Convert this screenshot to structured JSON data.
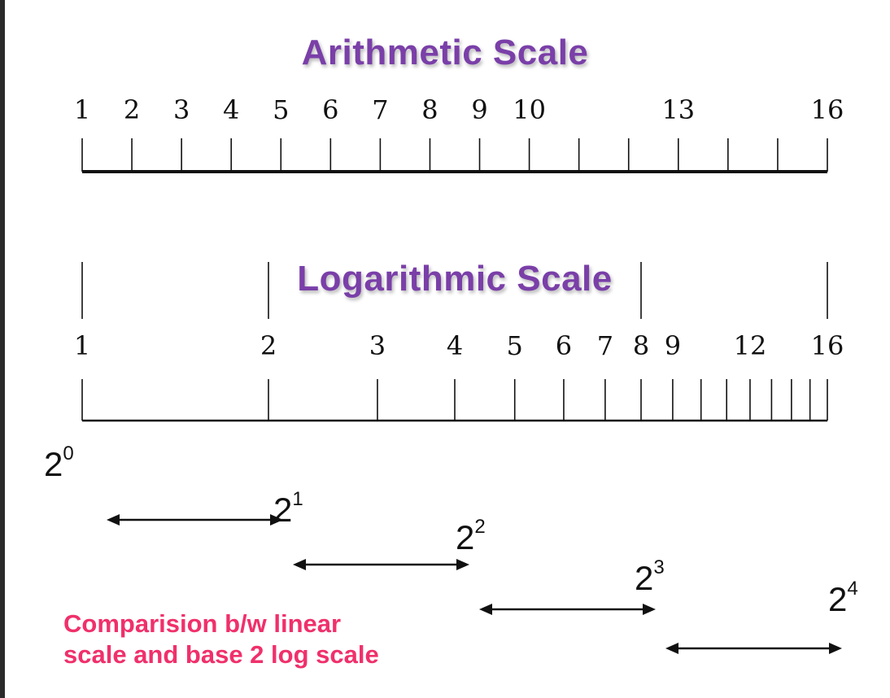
{
  "colors": {
    "title": "#7a3fa8",
    "caption": "#f0306b",
    "ink": "#111111"
  },
  "arithmetic": {
    "title": "Arithmetic Scale",
    "tick_values": [
      1,
      2,
      3,
      4,
      5,
      6,
      7,
      8,
      9,
      10,
      11,
      12,
      13,
      14,
      15,
      16
    ],
    "labels": [
      "1",
      "2",
      "3",
      "4",
      "5",
      "6",
      "7",
      "8",
      "9",
      "10",
      "13",
      "16"
    ],
    "label_values": [
      1,
      2,
      3,
      4,
      5,
      6,
      7,
      8,
      9,
      10,
      13,
      16
    ],
    "range": [
      1,
      16
    ]
  },
  "logarithmic": {
    "title": "Logarithmic Scale",
    "base": 2,
    "tick_values": [
      1,
      2,
      3,
      4,
      5,
      6,
      7,
      8,
      9,
      10,
      11,
      12,
      13,
      14,
      15,
      16
    ],
    "labels": [
      "1",
      "2",
      "3",
      "4",
      "5",
      "6",
      "7",
      "8",
      "9",
      "12",
      "16"
    ],
    "label_values": [
      1,
      2,
      3,
      4,
      5,
      6,
      7,
      8,
      9,
      12,
      16
    ],
    "long_marks": [
      1,
      2,
      8,
      16
    ],
    "range": [
      1,
      16
    ]
  },
  "powers": [
    {
      "base": "2",
      "exp": "0"
    },
    {
      "base": "2",
      "exp": "1"
    },
    {
      "base": "2",
      "exp": "2"
    },
    {
      "base": "2",
      "exp": "3"
    },
    {
      "base": "2",
      "exp": "4"
    }
  ],
  "arrows": [
    {
      "from": 1,
      "to": 2
    },
    {
      "from": 2,
      "to": 4
    },
    {
      "from": 4,
      "to": 8
    },
    {
      "from": 8,
      "to": 16
    }
  ],
  "caption": {
    "line1": "Comparision b/w linear",
    "line2": "scale and base 2 log scale"
  }
}
